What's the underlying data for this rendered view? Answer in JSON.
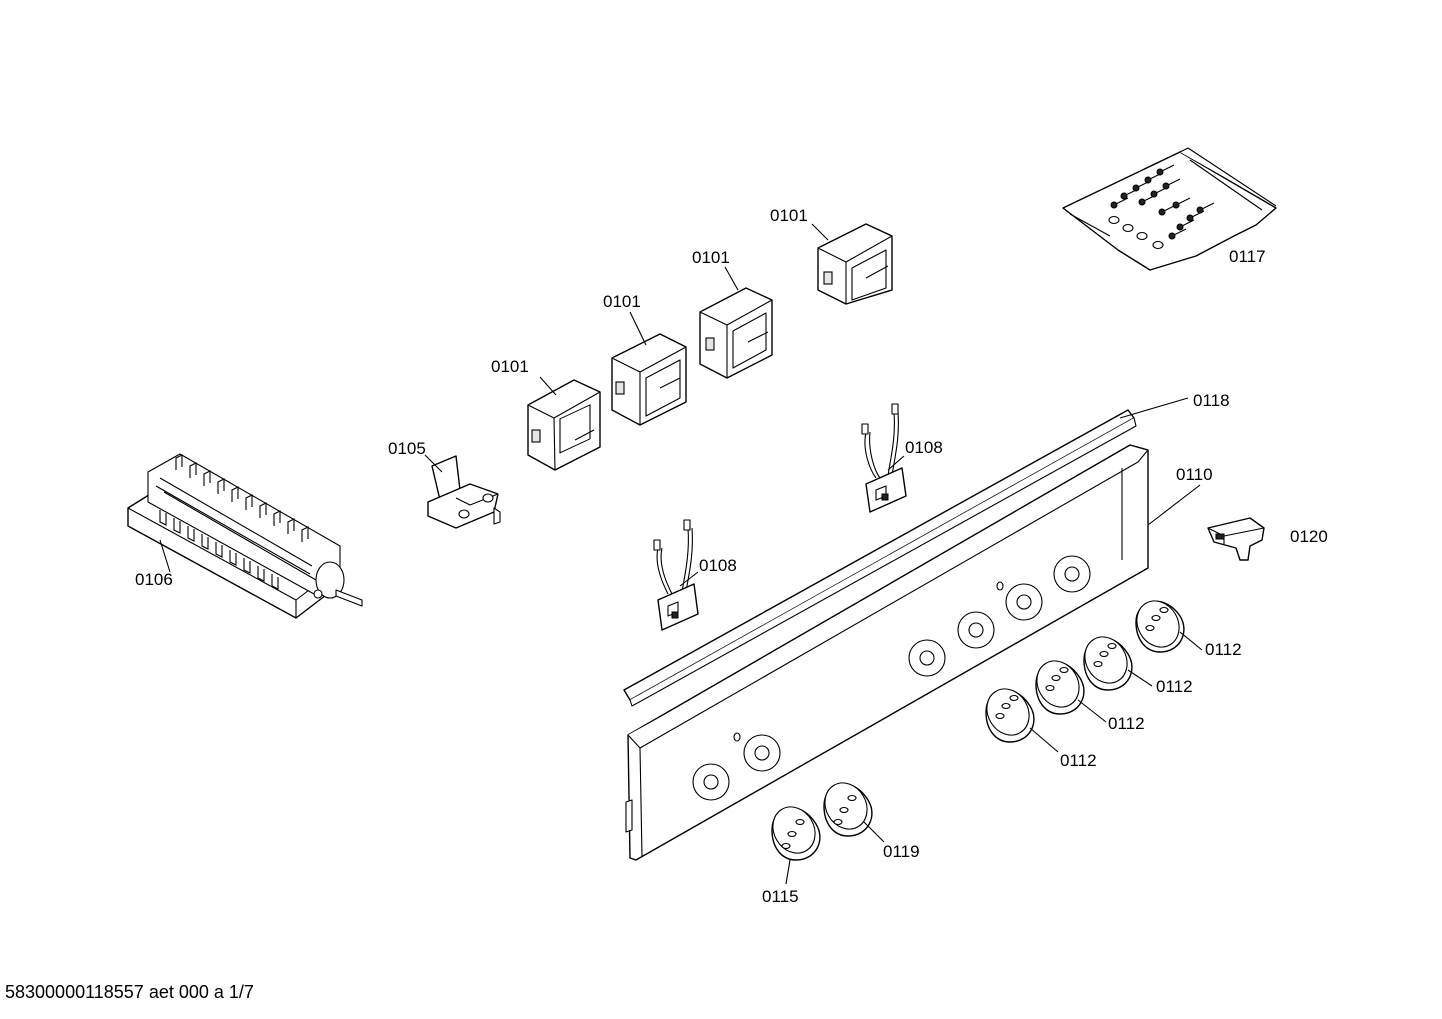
{
  "labels": {
    "sw1": "0101",
    "sw2": "0101",
    "sw3": "0101",
    "sw4": "0101",
    "screws": "0117",
    "rail": "0118",
    "gas_valve": "0105",
    "wire_top": "0108",
    "wire_bottom": "0108",
    "panel": "0110",
    "clip": "0120",
    "selector": "0106",
    "knob_a": "0112",
    "knob_b": "0112",
    "knob_c": "0112",
    "knob_d": "0112",
    "knob_119": "0119",
    "knob_115": "0115"
  },
  "footer": "58300000118557 aet 000 a 1/7"
}
